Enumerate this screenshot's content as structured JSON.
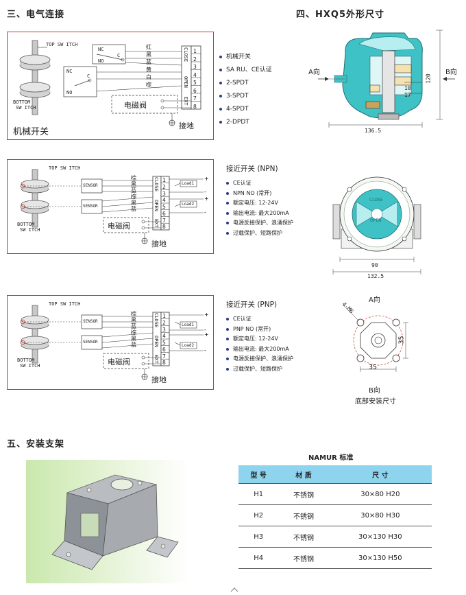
{
  "sections": {
    "wiring_title": "三、电气连接",
    "dimensions_title": "四、HXQ5外形尺寸",
    "bracket_title": "五、安装支架"
  },
  "mechanical": {
    "top_switch": "TOP SW ITCH",
    "bottom_switch": [
      "BOTTOM",
      "SW ITCH"
    ],
    "nc": "NC",
    "no": "NO",
    "c": "C",
    "wires": [
      "红",
      "黑",
      "蓝",
      "黄",
      "白",
      "棕"
    ],
    "terminals": [
      "1",
      "2",
      "3",
      "4",
      "5",
      "6",
      "7",
      "8"
    ],
    "close": "CLOSE",
    "open": "OPEN",
    "ext": "EXT",
    "solenoid": "电磁阀",
    "ground": "接地",
    "panel_title": "机械开关",
    "features": [
      "机械开关",
      "SA RU、CE认证",
      "2-SPDT",
      "3-SPDT",
      "4-SPDT",
      "2-DPDT"
    ]
  },
  "npn": {
    "top_switch": "TOP SW ITCH",
    "bottom_switch": [
      "BOTTOM",
      "SW ITCH"
    ],
    "sensor": "SENSOR",
    "wires": [
      "棕",
      "黑",
      "蓝",
      "棕",
      "黑",
      "蓝"
    ],
    "terminals": [
      "1",
      "2",
      "3",
      "4",
      "5",
      "6",
      "7",
      "8"
    ],
    "load1": "Load1",
    "load2": "Load2",
    "close": "CLOSE",
    "open": "OPEN",
    "ext": "EXT",
    "solenoid": "电磁阀",
    "ground": "接地",
    "title": "接近开关 (NPN)",
    "features": [
      "CE认证",
      "NPN NO (常开)",
      "额定电压: 12-24V",
      "输出电流: 最大200mA",
      "电源反接保护、浪涌保护",
      "过载保护、短路保护"
    ]
  },
  "pnp": {
    "top_switch": "TOP SW ITCH",
    "bottom_switch": [
      "BOTTOM",
      "SW ITCH"
    ],
    "sensor": "SENSOR",
    "wires": [
      "棕",
      "黑",
      "蓝",
      "棕",
      "黑",
      "蓝"
    ],
    "terminals": [
      "1",
      "2",
      "3",
      "4",
      "5",
      "6",
      "7",
      "8"
    ],
    "load1": "Load1",
    "load2": "Load2",
    "close": "CLOSE",
    "open": "OPEN",
    "ext": "EXT",
    "solenoid": "电磁阀",
    "ground": "接地",
    "title": "接近开关 (PNP)",
    "features": [
      "CE认证",
      "PNP NO (常开)",
      "额定电压: 12-24V",
      "输出电流: 最大200mA",
      "电源反接保护、浪涌保护",
      "过载保护、短路保护"
    ]
  },
  "drawing": {
    "a_dir": "A向",
    "b_dir": "B向",
    "dim_120": "120",
    "dim_10": "10",
    "dim_17": "17",
    "dim_1365": "136.5",
    "dim_90": "90",
    "dim_1325": "132.5",
    "bottom_a": "A向",
    "bolt": "4-M6",
    "dim_35a": "35",
    "dim_35b": "35",
    "bottom_b": "B向",
    "bottom_caption": "底部安装尺寸",
    "close_label": "CLOSE",
    "open_label": "OPEN"
  },
  "table": {
    "title": "NAMUR 标准",
    "headers": [
      "型 号",
      "材 质",
      "尺 寸"
    ],
    "rows": [
      [
        "H1",
        "不锈钢",
        "30×80  H20"
      ],
      [
        "H2",
        "不锈钢",
        "30×80  H30"
      ],
      [
        "H3",
        "不锈钢",
        "30×130  H30"
      ],
      [
        "H4",
        "不锈钢",
        "30×130  H50"
      ]
    ]
  },
  "colors": {
    "panel_border": "#c0392b",
    "table_header": "#8fd4ee",
    "actuator_teal": "#3fc2c5",
    "bullet": "#2a3b8f"
  }
}
